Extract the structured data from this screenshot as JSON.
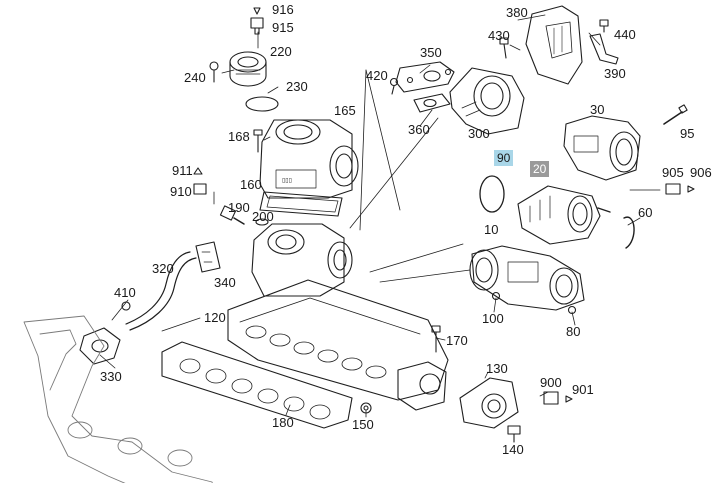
{
  "diagram": {
    "labels": {
      "p916": "916",
      "p915": "915",
      "p220": "220",
      "p240": "240",
      "p230": "230",
      "p165": "165",
      "p168": "168",
      "p911": "911",
      "p910": "910",
      "p160": "160",
      "p190": "190",
      "p200": "200",
      "p350": "350",
      "p420": "420",
      "p360": "360",
      "p300": "300",
      "p380": "380",
      "p430": "430",
      "p440": "440",
      "p390": "390",
      "p30": "30",
      "p95": "95",
      "p90": "90",
      "p20": "20",
      "p905": "905",
      "p906": "906",
      "p60": "60",
      "p10": "10",
      "p100": "100",
      "p80": "80",
      "p320": "320",
      "p340": "340",
      "p410": "410",
      "p330": "330",
      "p120": "120",
      "p170": "170",
      "p180": "180",
      "p150": "150",
      "p130": "130",
      "p900": "900",
      "p901": "901",
      "p140": "140"
    },
    "highlight_colors": {
      "p90": "#a9d6e8",
      "p20": "#9a9a9a"
    },
    "line_color": "#1f1f1f"
  }
}
